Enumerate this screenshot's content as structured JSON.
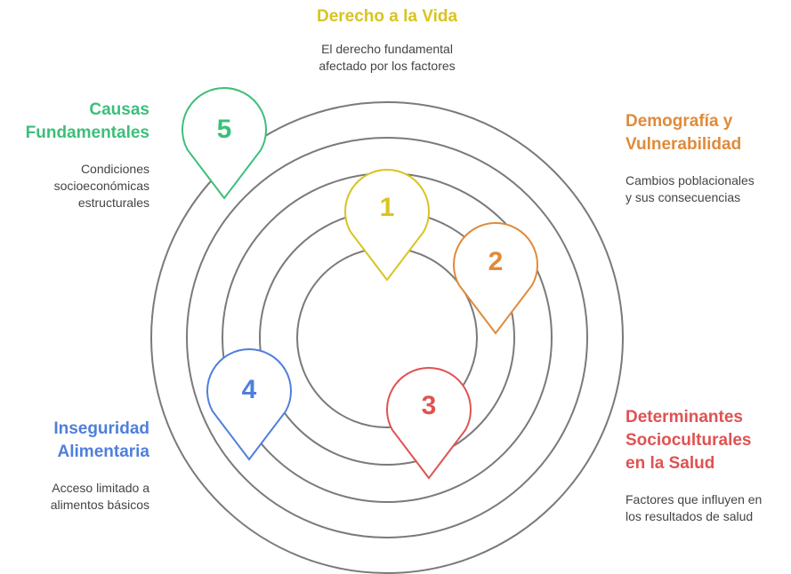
{
  "colors": {
    "ring": "#7a7a7a",
    "item1": "#d9c420",
    "item2": "#e08a3a",
    "item3": "#e05252",
    "item4": "#4f7fdc",
    "item5": "#3dbf7a"
  },
  "top": {
    "title": "Derecho a la Vida",
    "desc1": "El derecho fundamental",
    "desc2": "afectado por los factores"
  },
  "items": [
    {
      "number": "1",
      "icon": "map-pin-marker"
    },
    {
      "number": "2",
      "title1": "Demografía y",
      "title2": "Vulnerabilidad",
      "desc1": "Cambios poblacionales",
      "desc2": "y sus consecuencias",
      "icon": "map-pin-marker"
    },
    {
      "number": "3",
      "title1": "Determinantes",
      "title2": "Socioculturales",
      "title3": "en la Salud",
      "desc1": "Factores que influyen en",
      "desc2": "los resultados de salud",
      "icon": "map-pin-marker"
    },
    {
      "number": "4",
      "title1": "Inseguridad",
      "title2": "Alimentaria",
      "desc1": "Acceso limitado a",
      "desc2": "alimentos básicos",
      "icon": "map-pin-marker"
    },
    {
      "number": "5",
      "title1": "Causas",
      "title2": "Fundamentales",
      "desc1": "Condiciones",
      "desc2": "socioeconómicas",
      "desc3": "estructurales",
      "icon": "map-pin-marker"
    }
  ]
}
